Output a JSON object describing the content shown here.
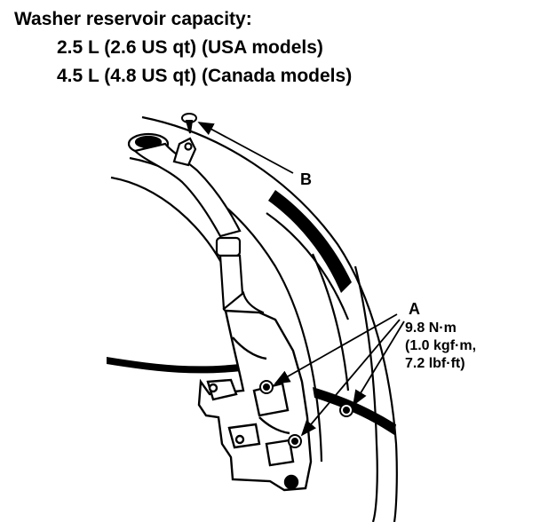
{
  "specs": {
    "title": "Washer reservoir capacity:",
    "usa": "2.5 L (2.6 US qt) (USA models)",
    "canada": "4.5 L (4.8 US qt) (Canada models)"
  },
  "callouts": {
    "b": {
      "label": "B"
    },
    "a": {
      "label": "A",
      "torque_nm": "9.8 N·m",
      "torque_kgf": "(1.0 kgf·m,",
      "torque_lbf": "7.2 lbf·ft)"
    }
  }
}
